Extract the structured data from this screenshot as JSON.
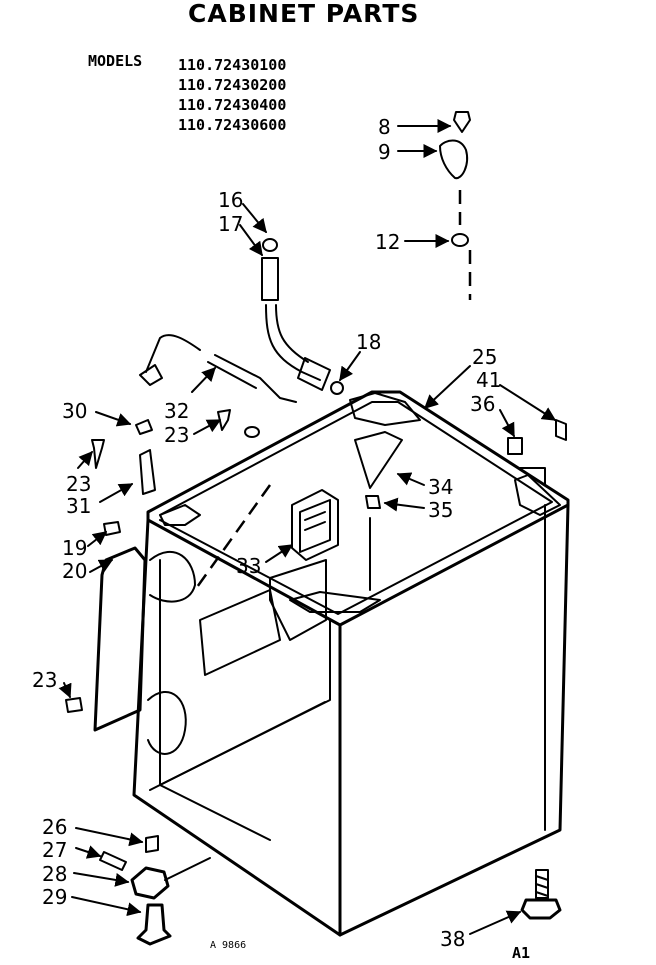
{
  "title": "CABINET PARTS",
  "models": {
    "label": "MODELS",
    "numbers": [
      "110.72430100",
      "110.72430200",
      "110.72430400",
      "110.72430600"
    ]
  },
  "callouts": {
    "c8": "8",
    "c9": "9",
    "c12": "12",
    "c16": "16",
    "c17": "17",
    "c18": "18",
    "c25": "25",
    "c41": "41",
    "c36": "36",
    "c30": "30",
    "c32": "32",
    "c23a": "23",
    "c23b": "23",
    "c31": "31",
    "c34": "34",
    "c35": "35",
    "c19": "19",
    "c20": "20",
    "c33": "33",
    "c23c": "23",
    "c26": "26",
    "c27": "27",
    "c28": "28",
    "c29": "29",
    "c38": "38"
  },
  "footer": {
    "code": "A 9866",
    "page": "A1"
  }
}
